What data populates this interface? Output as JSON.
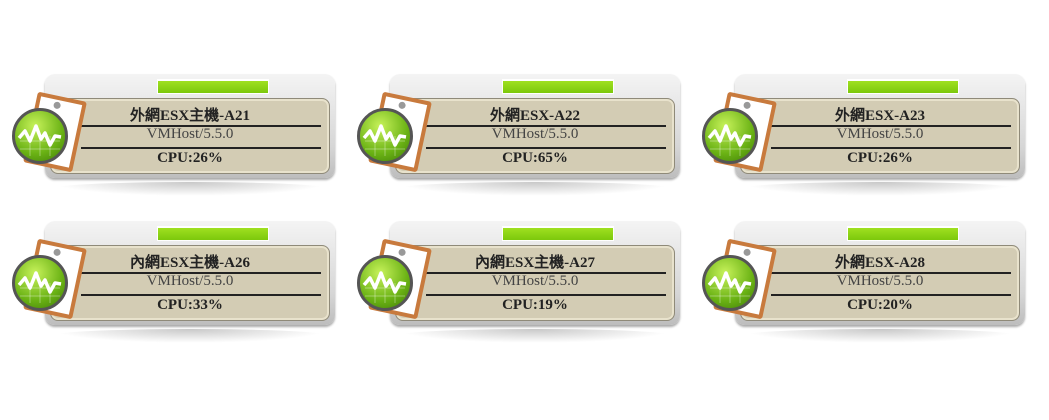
{
  "hosts": [
    {
      "name": "外網ESX主機-A21",
      "type": "VMHost/5.5.0",
      "cpu": "CPU:26%"
    },
    {
      "name": "外網ESX-A22",
      "type": "VMHost/5.5.0",
      "cpu": "CPU:65%"
    },
    {
      "name": "外網ESX-A23",
      "type": "VMHost/5.5.0",
      "cpu": "CPU:26%"
    },
    {
      "name": "內網ESX主機-A26",
      "type": "VMHost/5.5.0",
      "cpu": "CPU:33%"
    },
    {
      "name": "內網ESX主機-A27",
      "type": "VMHost/5.5.0",
      "cpu": "CPU:19%"
    },
    {
      "name": "外網ESX-A28",
      "type": "VMHost/5.5.0",
      "cpu": "CPU:20%"
    }
  ],
  "status_color": "#8fd816"
}
